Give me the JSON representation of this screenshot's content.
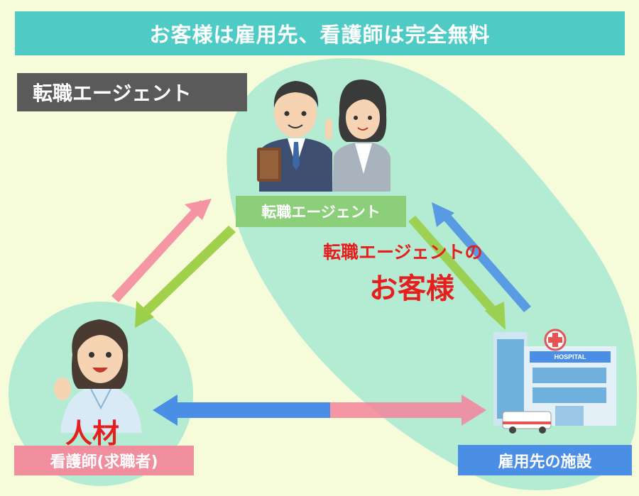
{
  "banner": {
    "title": "お客様は雇用先、看護師は完全無料"
  },
  "section_tag": {
    "label": "転職エージェント"
  },
  "agent": {
    "label": "転職エージェント",
    "icon": "business-people-icon"
  },
  "client_note": {
    "line1": "転職エージェントの",
    "line2": "お客様"
  },
  "nurse": {
    "label": "看護師(求職者)",
    "talent": "人材",
    "icon": "nurse-icon"
  },
  "facility": {
    "label": "雇用先の施設",
    "sign": "HOSPITAL",
    "icon": "hospital-icon"
  },
  "colors": {
    "background": "#f6fbd9",
    "banner": "#4ecbc4",
    "tag": "#5a5a5a",
    "zone": "#8fe3cf",
    "agent_label": "#8ccf7a",
    "nurse_label": "#f08e9e",
    "facility_label": "#4a8ee6",
    "arrow_pink": "#f5849b",
    "arrow_green": "#98cc3c",
    "arrow_blue": "#4a8ee6",
    "accent_red": "#e51e1e"
  }
}
